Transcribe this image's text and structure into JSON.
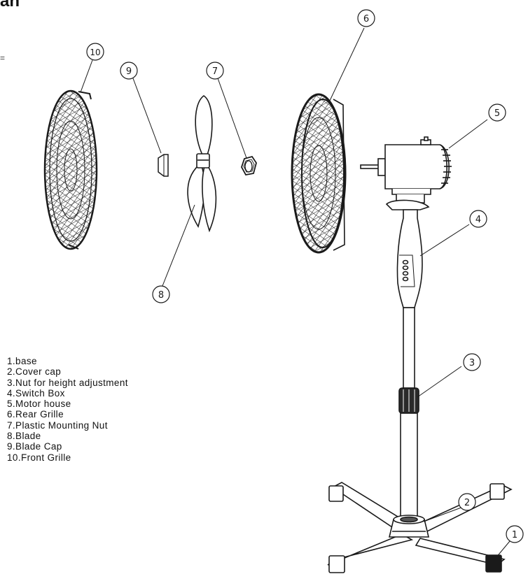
{
  "title": "an",
  "edge_mark": "=",
  "callouts": [
    {
      "id": 1,
      "label": "1"
    },
    {
      "id": 2,
      "label": "2"
    },
    {
      "id": 3,
      "label": "3"
    },
    {
      "id": 4,
      "label": "4"
    },
    {
      "id": 5,
      "label": "5"
    },
    {
      "id": 6,
      "label": "6"
    },
    {
      "id": 7,
      "label": "7"
    },
    {
      "id": 8,
      "label": "8"
    },
    {
      "id": 9,
      "label": "9"
    },
    {
      "id": 10,
      "label": "10"
    }
  ],
  "legend": [
    "1.base",
    "2.Cover cap",
    "3.Nut for height adjustment",
    "4.Switch Box",
    "5.Motor house",
    "6.Rear Grille",
    "7.Plastic Mounting Nut",
    "8.Blade",
    "9.Blade Cap",
    "10.Front Grille"
  ],
  "colors": {
    "ink": "#1a1a1a",
    "paper": "#ffffff"
  }
}
